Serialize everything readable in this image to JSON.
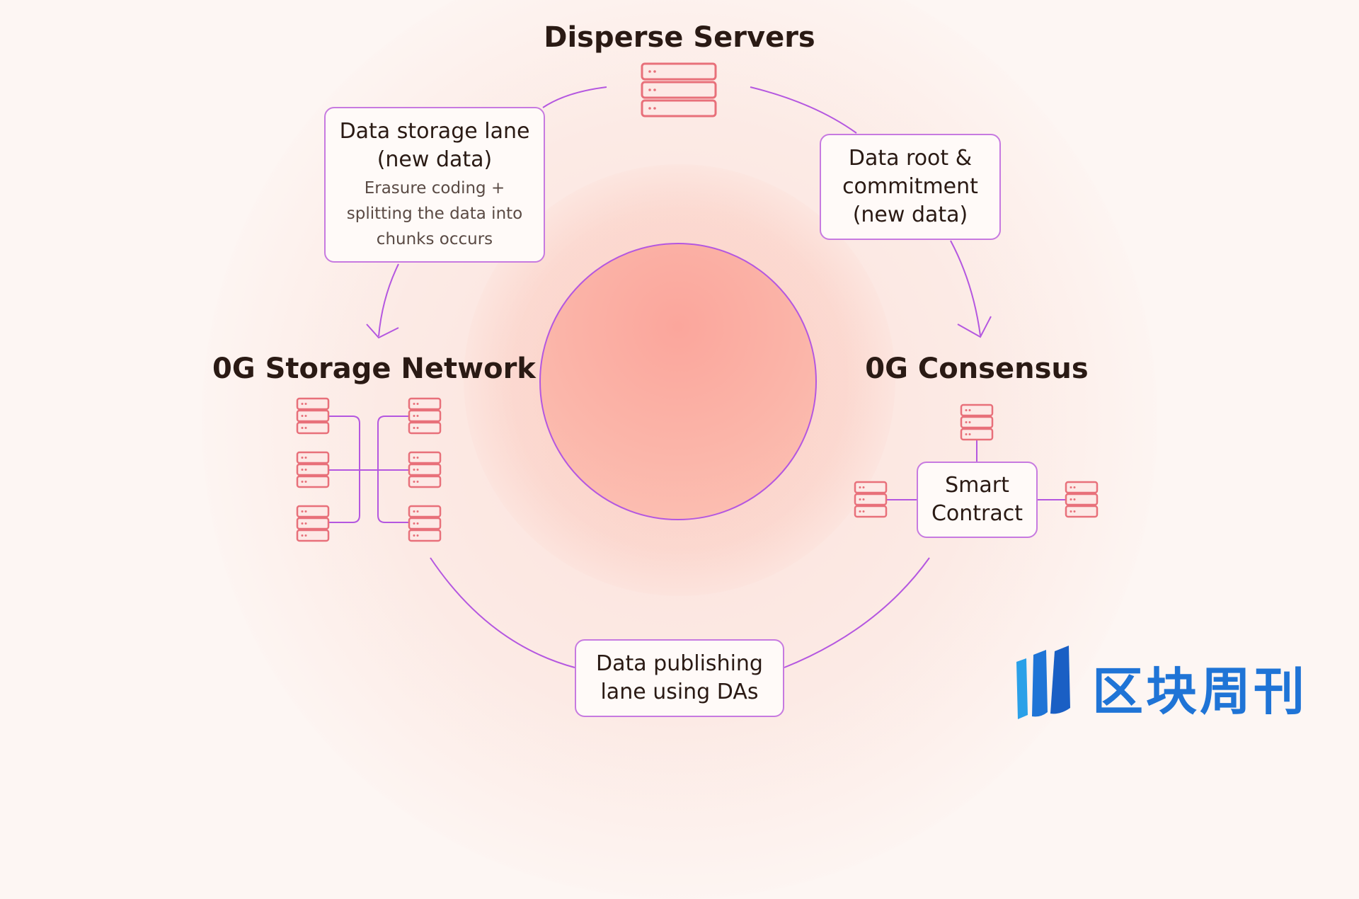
{
  "nodes": {
    "disperse_servers": {
      "label": "Disperse Servers"
    },
    "storage_network": {
      "label": "0G Storage Network"
    },
    "consensus": {
      "label": "0G Consensus"
    }
  },
  "lanes": {
    "storage_lane": {
      "title": "Data storage lane\n(new data)",
      "desc": "Erasure coding +\nsplitting the data into\nchunks occurs"
    },
    "data_root": {
      "title": "Data root &\ncommitment\n(new data)"
    },
    "publishing_lane": {
      "title": "Data publishing\nlane using DAs"
    },
    "smart_contract": {
      "title": "Smart\nContract"
    }
  },
  "icons": {
    "server": "server-stack-icon",
    "watermark_logo": "brand-logo-icon"
  },
  "watermark": {
    "text": "区块周刊"
  },
  "colors": {
    "ring": "#b457e0",
    "server": "#e8707a",
    "center": "#fba69c",
    "watermark": "#1f74d6"
  }
}
